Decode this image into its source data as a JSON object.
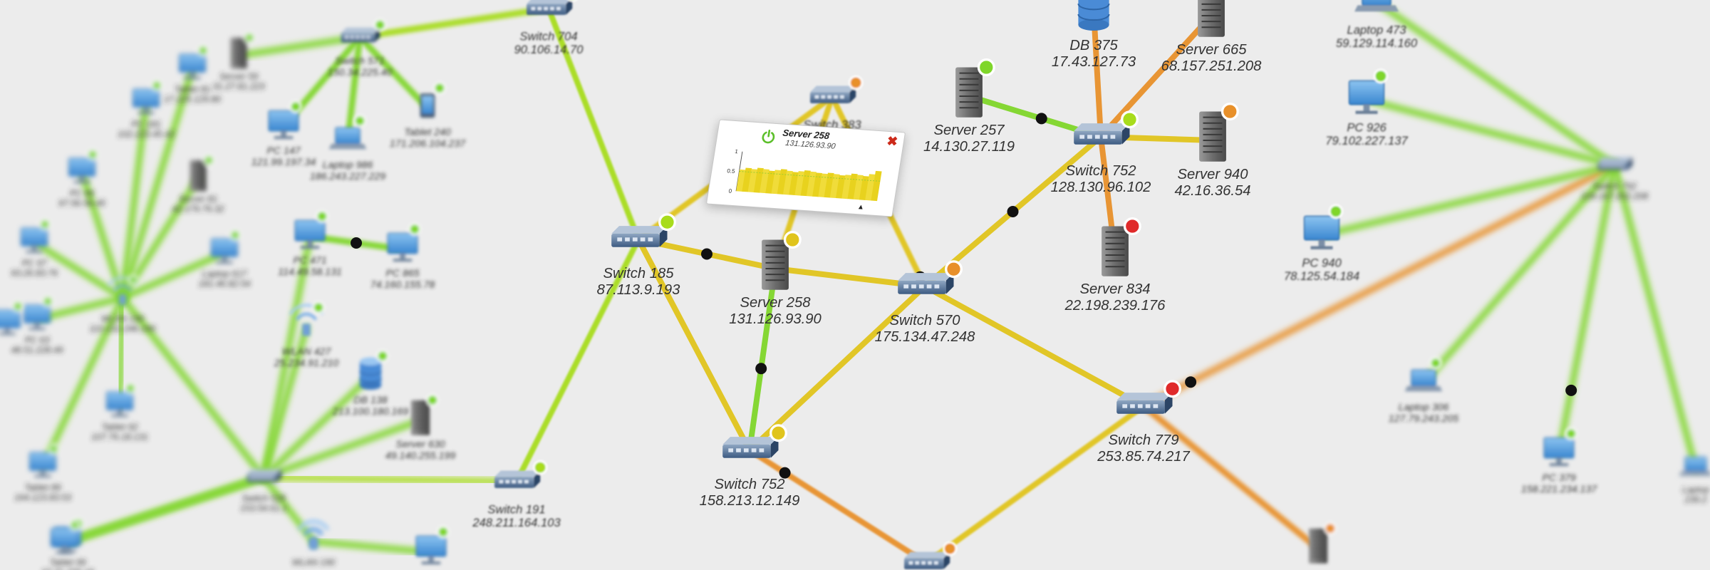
{
  "colors": {
    "background": "#ececec",
    "status_green": "#7fd62a",
    "status_yellow": "#e0c41c",
    "status_orange": "#e8902a",
    "status_red": "#e02a2a",
    "status_lime": "#a8dc1c",
    "device_blue": "#4a8bd6"
  },
  "nodes": [
    {
      "id": "n1",
      "type": "switch",
      "label": "Switch 704",
      "ip": "90.106.14.70",
      "status": "lime",
      "focus": 1
    },
    {
      "id": "n2",
      "type": "switch",
      "label": "Switch 571",
      "ip": "150.34.225.40",
      "status": "green",
      "focus": 2
    },
    {
      "id": "n3",
      "type": "server",
      "label": "Server 59",
      "ip": "31.27.81.223",
      "status": "green",
      "focus": 3
    },
    {
      "id": "n4",
      "type": "tablet",
      "label": "Tablet 240",
      "ip": "171.206.104.237",
      "status": "green",
      "focus": 2
    },
    {
      "id": "n5",
      "type": "pc",
      "label": "PC 147",
      "ip": "121.99.197.34",
      "status": "green",
      "focus": 2
    },
    {
      "id": "n6",
      "type": "laptop",
      "label": "Laptop 986",
      "ip": "186.243.227.229",
      "status": "green",
      "focus": 2
    },
    {
      "id": "n7",
      "type": "wlan",
      "label": "WLAN 190",
      "ip": "110.152.246.190",
      "status": "green",
      "focus": 3
    },
    {
      "id": "n8",
      "type": "pc",
      "label": "PC 471",
      "ip": "114.49.58.131",
      "status": "green",
      "focus": 2
    },
    {
      "id": "n9",
      "type": "pc",
      "label": "PC 865",
      "ip": "74.160.155.78",
      "status": "green",
      "focus": 2
    },
    {
      "id": "n10",
      "type": "wlan",
      "label": "WLAN 427",
      "ip": "25.234.91.210",
      "status": "green",
      "focus": 2
    },
    {
      "id": "n11",
      "type": "db",
      "label": "DB 138",
      "ip": "213.100.180.169",
      "status": "green",
      "focus": 2
    },
    {
      "id": "n12",
      "type": "server",
      "label": "Server 630",
      "ip": "49.140.255.199",
      "status": "green",
      "focus": 2
    },
    {
      "id": "n13",
      "type": "switch",
      "label": "Switch 191",
      "ip": "248.211.164.103",
      "status": "lime",
      "focus": 1
    },
    {
      "id": "n14",
      "type": "switch",
      "label": "Switch 185",
      "ip": "87.113.9.193",
      "status": "lime",
      "focus": 0
    },
    {
      "id": "n15",
      "type": "switch",
      "label": "Switch 383",
      "ip": "",
      "status": "orange",
      "focus": 1
    },
    {
      "id": "n16",
      "type": "server",
      "label": "Server 258",
      "ip": "131.126.93.90",
      "status": "yellow",
      "focus": 0
    },
    {
      "id": "n17",
      "type": "switch",
      "label": "Switch 570",
      "ip": "175.134.47.248",
      "status": "orange",
      "focus": 0
    },
    {
      "id": "n18",
      "type": "switch",
      "label": "Switch 752",
      "ip": "158.213.12.149",
      "status": "yellow",
      "focus": 0
    },
    {
      "id": "n19",
      "type": "server",
      "label": "Server 257",
      "ip": "14.130.27.119",
      "status": "green",
      "focus": 0
    },
    {
      "id": "n20",
      "type": "db",
      "label": "DB 375",
      "ip": "17.43.127.73",
      "status": "",
      "focus": 0
    },
    {
      "id": "n21",
      "type": "server",
      "label": "Server 665",
      "ip": "68.157.251.208",
      "status": "",
      "focus": 0
    },
    {
      "id": "n22",
      "type": "switch",
      "label": "Switch 752",
      "ip": "128.130.96.102",
      "status": "lime",
      "focus": 0
    },
    {
      "id": "n23",
      "type": "server",
      "label": "Server 940",
      "ip": "42.16.36.54",
      "status": "orange",
      "focus": 0
    },
    {
      "id": "n24",
      "type": "server",
      "label": "Server 834",
      "ip": "22.198.239.176",
      "status": "red",
      "focus": 0
    },
    {
      "id": "n25",
      "type": "switch",
      "label": "Switch 779",
      "ip": "253.85.74.217",
      "status": "red",
      "focus": 0
    },
    {
      "id": "n26",
      "type": "laptop",
      "label": "Laptop 473",
      "ip": "59.129.114.160",
      "status": "",
      "focus": 1
    },
    {
      "id": "n27",
      "type": "pc",
      "label": "PC 926",
      "ip": "79.102.227.137",
      "status": "green",
      "focus": 1
    },
    {
      "id": "n28",
      "type": "switch",
      "label": "Switch 792",
      "ip": "109.167.202.208",
      "status": "",
      "focus": 3
    },
    {
      "id": "n29",
      "type": "pc",
      "label": "PC 940",
      "ip": "78.125.54.184",
      "status": "green",
      "focus": 1
    },
    {
      "id": "n30",
      "type": "laptop",
      "label": "Laptop 306",
      "ip": "127.79.243.205",
      "status": "green",
      "focus": 2
    },
    {
      "id": "n31",
      "type": "pc",
      "label": "PC 379",
      "ip": "158.221.234.137",
      "status": "green",
      "focus": 2
    },
    {
      "id": "n32",
      "type": "laptop",
      "label": "Laptop",
      "ip": "239.2",
      "status": "",
      "focus": 3
    },
    {
      "id": "n33",
      "type": "switch",
      "label": "",
      "ip": "",
      "status": "orange",
      "focus": 1
    },
    {
      "id": "n34",
      "type": "server",
      "label": "",
      "ip": "",
      "status": "orange",
      "focus": 2
    },
    {
      "id": "n35",
      "type": "switch",
      "label": "Switch 528",
      "ip": "153.54.61.1",
      "status": "",
      "focus": 3
    },
    {
      "id": "n36",
      "type": "pc",
      "label": "",
      "ip": "",
      "status": "green",
      "focus": 2
    },
    {
      "id": "n37",
      "type": "wlan",
      "label": "",
      "ip": "",
      "status": "",
      "focus": 3
    },
    {
      "id": "n38",
      "type": "pc",
      "label": "PC 181",
      "ip": "102.223.45.42",
      "status": "green",
      "focus": 3
    },
    {
      "id": "n39",
      "type": "pc",
      "label": "Tablet 81",
      "ip": "17.225.129.80",
      "status": "green",
      "focus": 3
    },
    {
      "id": "n40",
      "type": "server",
      "label": "Server 81",
      "ip": "42.179.76.32",
      "status": "green",
      "focus": 3
    },
    {
      "id": "n41",
      "type": "pc",
      "label": "PC 66",
      "ip": "97.56.56.45",
      "status": "green",
      "focus": 3
    },
    {
      "id": "n42",
      "type": "pc",
      "label": "PC 97",
      "ip": "93.26.83.76",
      "status": "green",
      "focus": 3
    },
    {
      "id": "n43",
      "type": "pc",
      "label": "Laptop 617",
      "ip": "181.46.82.54",
      "status": "green",
      "focus": 3
    },
    {
      "id": "n44",
      "type": "pc",
      "label": "Tablet 92",
      "ip": "107.76.18.131",
      "status": "green",
      "focus": 3
    },
    {
      "id": "n45",
      "type": "pc",
      "label": "Tablet 89",
      "ip": "164.123.83.53",
      "status": "green",
      "focus": 3
    },
    {
      "id": "n46",
      "type": "pc",
      "label": "PC 63",
      "ip": "48.51.228.49",
      "status": "green",
      "focus": 3
    },
    {
      "id": "n47",
      "type": "pc",
      "label": "Tablet 99",
      "ip": "97.31.230.18",
      "status": "green",
      "focus": 3
    },
    {
      "id": "n48",
      "type": "pc",
      "label": "",
      "ip": "",
      "status": "green",
      "focus": 3
    },
    {
      "id": "n49",
      "type": "wlan",
      "label": "WLAN 190",
      "ip": "",
      "status": "",
      "focus": 3
    },
    {
      "id": "n50",
      "type": "pc",
      "label": "",
      "ip": "",
      "status": "green",
      "focus": 3
    }
  ],
  "edges": [
    {
      "id": "e1",
      "from": "n2",
      "to": "n1",
      "status": "lime"
    },
    {
      "id": "e2",
      "from": "n2",
      "to": "n3",
      "status": "green"
    },
    {
      "id": "e3",
      "from": "n2",
      "to": "n4",
      "status": "green"
    },
    {
      "id": "e4",
      "from": "n2",
      "to": "n5",
      "status": "green"
    },
    {
      "id": "e5",
      "from": "n2",
      "to": "n6",
      "status": "green"
    },
    {
      "id": "e6",
      "from": "n1",
      "to": "n14",
      "status": "lime"
    },
    {
      "id": "e7",
      "from": "n14",
      "to": "n13",
      "status": "lime"
    },
    {
      "id": "e8",
      "from": "n14",
      "to": "n16",
      "status": "yellow"
    },
    {
      "id": "e9",
      "from": "n14",
      "to": "n18",
      "status": "yellow"
    },
    {
      "id": "e10",
      "from": "n16",
      "to": "n18",
      "status": "green"
    },
    {
      "id": "e11",
      "from": "n16",
      "to": "n17",
      "status": "yellow"
    },
    {
      "id": "e12",
      "from": "n18",
      "to": "n17",
      "status": "yellow"
    },
    {
      "id": "e13",
      "from": "n18",
      "to": "n33",
      "status": "orange"
    },
    {
      "id": "e14",
      "from": "n17",
      "to": "n22",
      "status": "yellow"
    },
    {
      "id": "e15",
      "from": "n17",
      "to": "n25",
      "status": "yellow"
    },
    {
      "id": "e16",
      "from": "n25",
      "to": "n33",
      "status": "yellow"
    },
    {
      "id": "e17",
      "from": "n25",
      "to": "n28",
      "status": "orange"
    },
    {
      "id": "e18",
      "from": "n19",
      "to": "n22",
      "status": "green"
    },
    {
      "id": "e19",
      "from": "n20",
      "to": "n22",
      "status": "orange"
    },
    {
      "id": "e20",
      "from": "n21",
      "to": "n22",
      "status": "orange"
    },
    {
      "id": "e21",
      "from": "n22",
      "to": "n23",
      "status": "yellow"
    },
    {
      "id": "e22",
      "from": "n22",
      "to": "n24",
      "status": "orange"
    },
    {
      "id": "e23",
      "from": "n28",
      "to": "n26",
      "status": "green"
    },
    {
      "id": "e24",
      "from": "n28",
      "to": "n27",
      "status": "green"
    },
    {
      "id": "e25",
      "from": "n28",
      "to": "n29",
      "status": "green"
    },
    {
      "id": "e26",
      "from": "n28",
      "to": "n30",
      "status": "green"
    },
    {
      "id": "e27",
      "from": "n28",
      "to": "n31",
      "status": "green"
    },
    {
      "id": "e28",
      "from": "n28",
      "to": "n32",
      "status": "green"
    },
    {
      "id": "e29",
      "from": "n15",
      "to": "n14",
      "status": "yellow"
    },
    {
      "id": "e30",
      "from": "n35",
      "to": "n10",
      "status": "green"
    },
    {
      "id": "e31",
      "from": "n35",
      "to": "n11",
      "status": "green"
    },
    {
      "id": "e32",
      "from": "n35",
      "to": "n12",
      "status": "green"
    },
    {
      "id": "e33",
      "from": "n35",
      "to": "n13",
      "status": "lime"
    },
    {
      "id": "e34",
      "from": "n35",
      "to": "n37",
      "status": "green"
    },
    {
      "id": "e35",
      "from": "n35",
      "to": "n7",
      "status": "green"
    },
    {
      "id": "e36",
      "from": "n35",
      "to": "n8",
      "status": "green"
    },
    {
      "id": "e37",
      "from": "n7",
      "to": "n38",
      "status": "green"
    },
    {
      "id": "e38",
      "from": "n7",
      "to": "n39",
      "status": "green"
    },
    {
      "id": "e39",
      "from": "n7",
      "to": "n40",
      "status": "green"
    },
    {
      "id": "e40",
      "from": "n7",
      "to": "n41",
      "status": "green"
    },
    {
      "id": "e41",
      "from": "n7",
      "to": "n42",
      "status": "green"
    },
    {
      "id": "e42",
      "from": "n7",
      "to": "n43",
      "status": "green"
    },
    {
      "id": "e43",
      "from": "n7",
      "to": "n44",
      "status": "green"
    },
    {
      "id": "e44",
      "from": "n7",
      "to": "n45",
      "status": "green"
    },
    {
      "id": "e45",
      "from": "n7",
      "to": "n46",
      "status": "green"
    },
    {
      "id": "e46",
      "from": "n9",
      "to": "n8",
      "status": "green"
    },
    {
      "id": "e47",
      "from": "n36",
      "to": "n49",
      "status": "green"
    },
    {
      "id": "e48",
      "from": "n15",
      "to": "n16",
      "status": "yellow"
    },
    {
      "id": "e49",
      "from": "n25",
      "to": "n34",
      "status": "orange"
    },
    {
      "id": "e50",
      "from": "n15",
      "to": "n17",
      "status": "yellow"
    },
    {
      "id": "e51",
      "from": "n35",
      "to": "n47",
      "status": "green"
    },
    {
      "id": "e52",
      "from": "n35",
      "to": "n50",
      "status": "green"
    }
  ],
  "popup": {
    "title": "Server 258",
    "ip": "131.126.93.90",
    "close_label": "✖",
    "arrow_label": "▲",
    "chart_data": {
      "type": "area",
      "title": "",
      "xlabel": "",
      "ylabel": "",
      "ylim": [
        0,
        1
      ],
      "yticks": [
        "1",
        "0.5",
        "0"
      ],
      "values": [
        0.55,
        0.6,
        0.58,
        0.62,
        0.6,
        0.57,
        0.6,
        0.63,
        0.6,
        0.58,
        0.61,
        0.64,
        0.62,
        0.6,
        0.59,
        0.62,
        0.6,
        0.58,
        0.6,
        0.64,
        0.62,
        0.6,
        0.66,
        0.75
      ],
      "threshold": 0.5
    }
  }
}
